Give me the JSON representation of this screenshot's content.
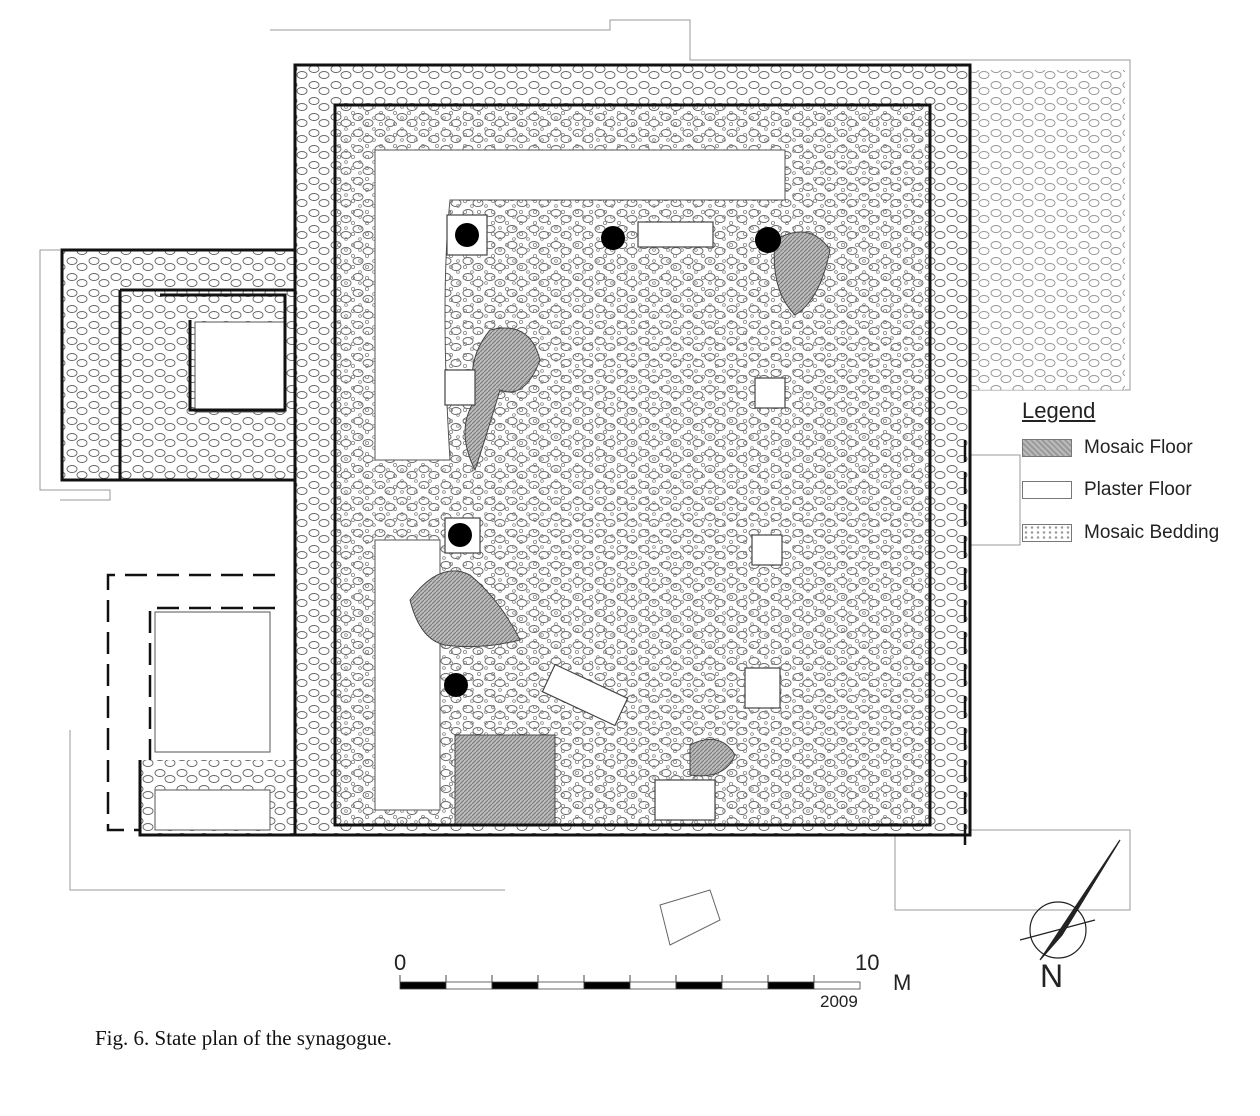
{
  "legend": {
    "title": "Legend",
    "items": [
      {
        "label": "Mosaic Floor",
        "swatch": "mosaic"
      },
      {
        "label": "Plaster Floor",
        "swatch": "plaster"
      },
      {
        "label": "Mosaic Bedding",
        "swatch": "bedding"
      }
    ]
  },
  "scale_bar": {
    "start_label": "0",
    "end_label": "10",
    "unit": "M",
    "year": "2009",
    "segments": 10
  },
  "north_arrow": {
    "label": "N"
  },
  "caption": "Fig. 6. State plan of the synagogue.",
  "colors": {
    "line": "#222222",
    "mosaic": "#a0a0a0",
    "stipple": "#888888"
  }
}
